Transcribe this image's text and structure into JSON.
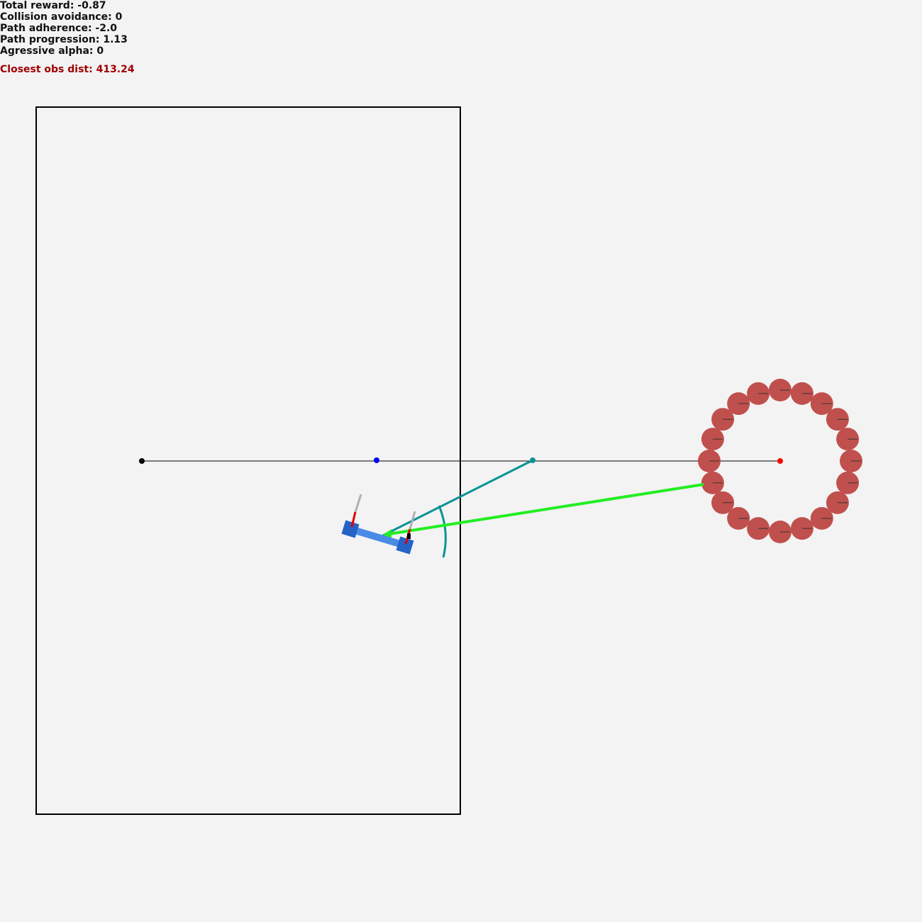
{
  "hud": {
    "total_reward": "Total reward: -0.87",
    "collision_avoidance": "Collision avoidance: 0",
    "path_adherence": "Path adherence: -2.0",
    "path_progression": "Path progression: 1.13",
    "aggressive_alpha": "Agressive alpha: 0",
    "closest_obs_dist": "Closest obs dist: 413.24"
  },
  "colors": {
    "background": "#f3f3f3",
    "boundary": "#000000",
    "path_line": "#000000",
    "path_start": "#000000",
    "path_mid": "#0000ff",
    "lookahead": "#0a9396",
    "goal": "#ff0000",
    "obstacle": "#c0504d",
    "closest_obstacle_ray": "#22ee22",
    "vehicle_body": "#4a8be8",
    "vehicle_wheel": "#2563c7",
    "steer_indicator": "#e00000",
    "heading_indicator": "#b0b0b0",
    "distance_text": "#a00000"
  }
}
